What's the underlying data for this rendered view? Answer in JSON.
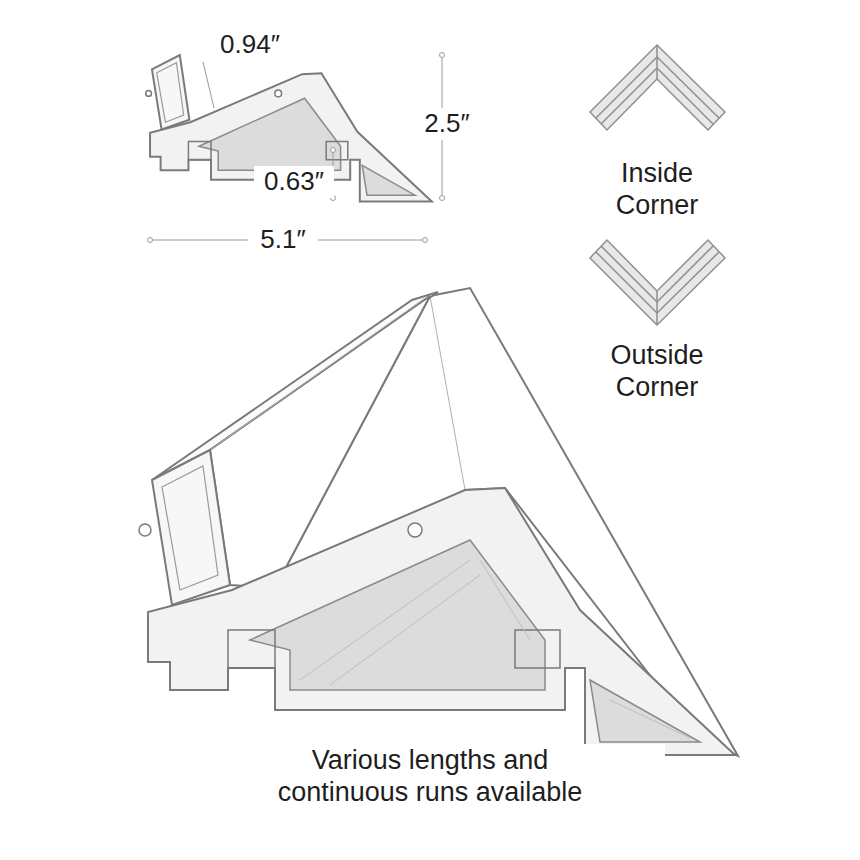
{
  "diagram": {
    "labels": [
      "0.94″",
      "2.5″",
      "0.63″",
      "5.1″",
      "Inside Corner",
      "Outside Corner",
      "Various lengths and continuous runs available"
    ]
  }
}
